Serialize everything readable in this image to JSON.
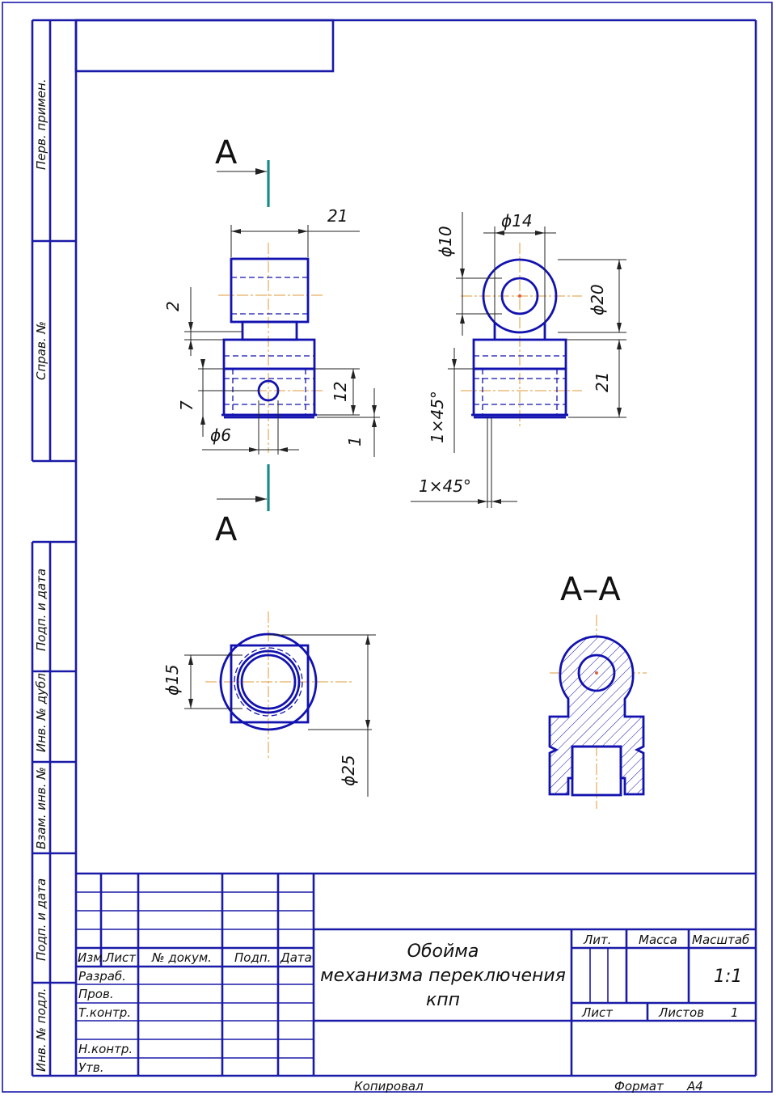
{
  "side_labels": {
    "perv_primen": "Перв. примен.",
    "sprav_no": "Справ. №",
    "podp_data_1": "Подп. и дата",
    "inv_dubl": "Инв. № дубл.",
    "vzam_inv": "Взам. инв. №",
    "podp_data_2": "Подп. и дата",
    "inv_podl": "Инв. № подл."
  },
  "section_marks": {
    "top": "A",
    "bottom": "A",
    "section_title": "A–A"
  },
  "dimensions": {
    "width_21": "21",
    "step_2": "2",
    "hole_7": "7",
    "height_12": "12",
    "bottom_1": "1",
    "hole_dia_6": "ϕ6",
    "dia_10": "ϕ10",
    "dia_14": "ϕ14",
    "dia_20": "ϕ20",
    "height_21": "21",
    "chamfer_1": "1×45°",
    "chamfer_2": "1×45°",
    "dia_15": "ϕ15",
    "dia_25": "ϕ25"
  },
  "title_block": {
    "headers": {
      "izm": "Изм.",
      "list": "Лист",
      "doc_no": "№ докум.",
      "podp": "Подп.",
      "data": "Дата"
    },
    "rows": {
      "razrab": "Разраб.",
      "prov": "Пров.",
      "t_kontr": "Т.контр.",
      "n_kontr": "Н.контр.",
      "utv": "Утв."
    },
    "title_lines": [
      "Обойма",
      "механизма переключения",
      "кпп"
    ],
    "lit_label": "Лит.",
    "massa_label": "Масса",
    "masshtab_label": "Масштаб",
    "scale_value": "1:1",
    "sheet_label": "Лист",
    "sheets_label": "Листов",
    "sheets_value": "1"
  },
  "footer": {
    "copied": "Копировал",
    "format_label": "Формат",
    "format_value": "А4"
  },
  "colors": {
    "frame": "#1a1aa8",
    "part": "#1212b0",
    "center_line": "#e09a3a",
    "section_mark": "#1a8a8a"
  }
}
